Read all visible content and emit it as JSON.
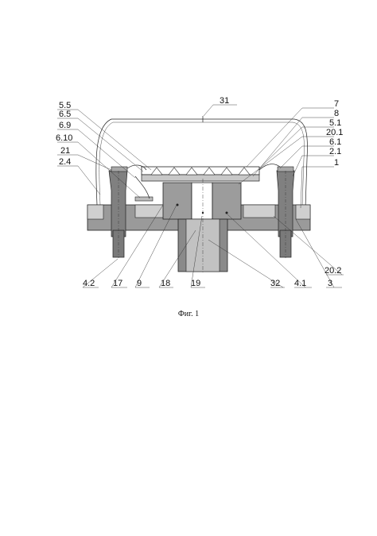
{
  "figure": {
    "caption": "Фиг. 1",
    "labels_left": [
      "5.5",
      "6.5",
      "6.9",
      "6.10",
      "21",
      "2.4"
    ],
    "labels_right": [
      "7",
      "8",
      "5.1",
      "20.1",
      "6.1",
      "2.1",
      "1"
    ],
    "label_top": "31",
    "labels_bottom": [
      "4.2",
      "17",
      "9",
      "18",
      "19",
      "32",
      "4.1",
      "3"
    ],
    "label_right_low": "20.2"
  }
}
